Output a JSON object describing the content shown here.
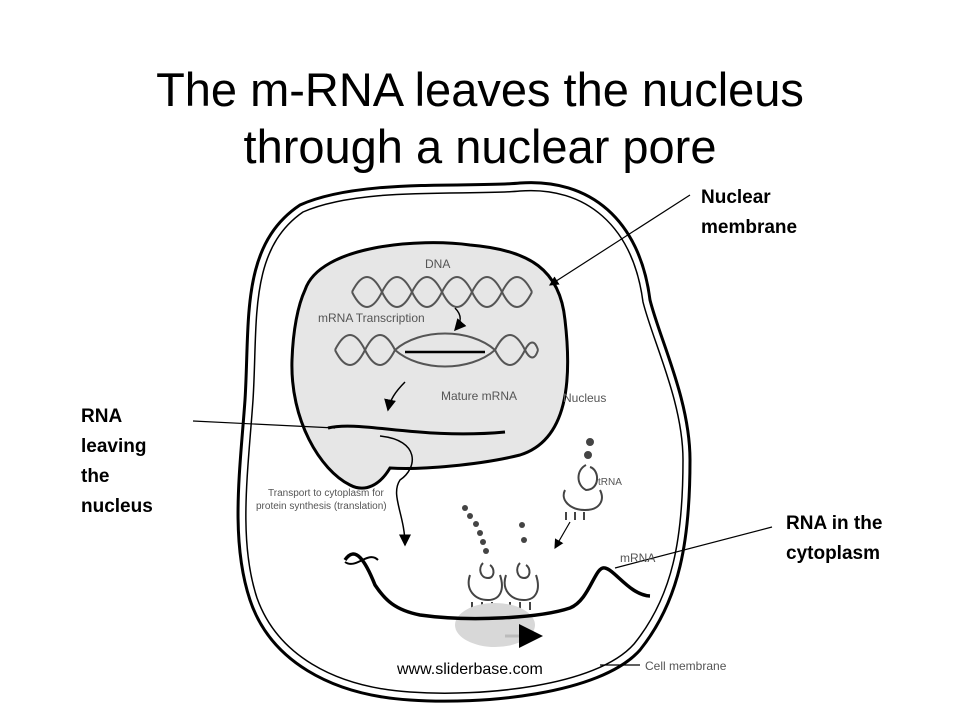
{
  "title": {
    "line1": "The m-RNA leaves the nucleus",
    "line2": "through a nuclear pore"
  },
  "callouts": {
    "nuclear_membrane": [
      "Nuclear",
      "membrane"
    ],
    "rna_leaving": [
      "RNA",
      "leaving",
      "the",
      "nucleus"
    ],
    "rna_cytoplasm": [
      "RNA in the",
      "cytoplasm"
    ]
  },
  "figure_labels": {
    "dna": "DNA",
    "mrna_transcription": "mRNA Transcription",
    "mature_mrna": "Mature mRNA",
    "nucleus": "Nucleus",
    "transport_line1": "Transport to cytoplasm for",
    "transport_line2": "protein synthesis (translation)",
    "trna": "tRNA",
    "mrna": "mRNA",
    "cell_membrane": "Cell membrane"
  },
  "watermark": "www.sliderbase.com",
  "colors": {
    "line": "#000000",
    "nucleus_fill": "#e6e6e6",
    "figure_text": "#555555"
  }
}
